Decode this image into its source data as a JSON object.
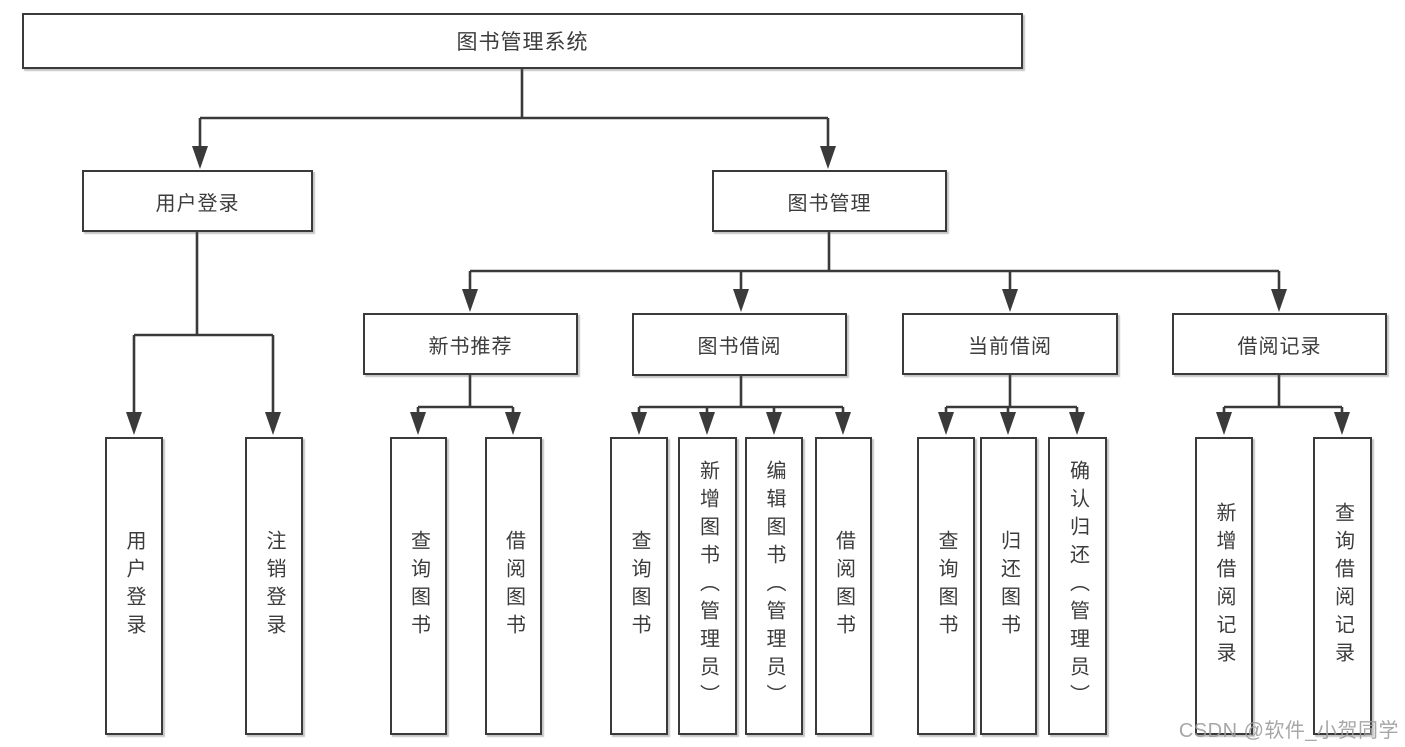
{
  "diagram": {
    "root": {
      "label": "图书管理系统"
    },
    "branches": [
      {
        "label": "用户登录",
        "children": [
          {
            "label": "用户登录"
          },
          {
            "label": "注销登录"
          }
        ]
      },
      {
        "label": "图书管理",
        "children": [
          {
            "label": "新书推荐",
            "children": [
              {
                "label": "查询图书"
              },
              {
                "label": "借阅图书"
              }
            ]
          },
          {
            "label": "图书借阅",
            "children": [
              {
                "label": "查询图书"
              },
              {
                "label": "新增图书（管理员）"
              },
              {
                "label": "编辑图书（管理员）"
              },
              {
                "label": "借阅图书"
              }
            ]
          },
          {
            "label": "当前借阅",
            "children": [
              {
                "label": "查询图书"
              },
              {
                "label": "归还图书"
              },
              {
                "label": "确认归还（管理员）"
              }
            ]
          },
          {
            "label": "借阅记录",
            "children": [
              {
                "label": "新增借阅记录"
              },
              {
                "label": "查询借阅记录"
              }
            ]
          }
        ]
      }
    ]
  },
  "watermark": {
    "text": "CSDN @软件_小贺同学"
  },
  "colors": {
    "line": "#3a3a3a",
    "text": "#3c3c3c",
    "watermark": "#9e9e9e",
    "background": "#ffffff"
  }
}
